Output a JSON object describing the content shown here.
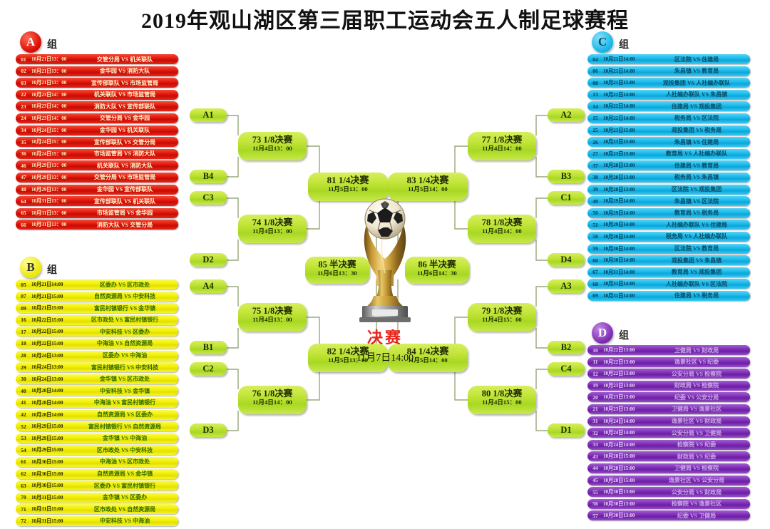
{
  "header": {
    "title": "2019年观山湖区第三届职工运动会五人制足球赛程"
  },
  "groups": [
    {
      "key": "A",
      "letter": "A",
      "label": "组",
      "color": "#e01608",
      "matches": [
        {
          "no": "01",
          "date": "10月21日13：00",
          "teams": "交管分局  VS  机关联队"
        },
        {
          "no": "02",
          "date": "10月21日13：00",
          "teams": "金华园  VS  消防大队"
        },
        {
          "no": "03",
          "date": "10月21日13：00",
          "teams": "宣传部联队  VS  市场监管局"
        },
        {
          "no": "22",
          "date": "10月23日14：00",
          "teams": "机关联队  VS  市场监管局"
        },
        {
          "no": "23",
          "date": "10月23日14：00",
          "teams": "消防大队  VS  宣传部联队"
        },
        {
          "no": "24",
          "date": "10月23日14：00",
          "teams": "交管分局  VS  金华园"
        },
        {
          "no": "34",
          "date": "10月24日15：00",
          "teams": "金华园  VS  机关联队"
        },
        {
          "no": "35",
          "date": "10月24日15：00",
          "teams": "宣传部联队  VS  交管分局"
        },
        {
          "no": "36",
          "date": "10月24日15：00",
          "teams": "市场监管局  VS  消防大队"
        },
        {
          "no": "46",
          "date": "10月29日13：00",
          "teams": "机关联队  VS  消防大队"
        },
        {
          "no": "47",
          "date": "10月29日13：00",
          "teams": "交管分局  VS  市场监管局"
        },
        {
          "no": "48",
          "date": "10月29日13：00",
          "teams": "金华园  VS  宣传部联队"
        },
        {
          "no": "64",
          "date": "10月31日13：00",
          "teams": "宣传部联队  VS  机关联队"
        },
        {
          "no": "65",
          "date": "10月31日13：00",
          "teams": "市场监管局  VS  金华园"
        },
        {
          "no": "66",
          "date": "10月31日13：00",
          "teams": "消防大队  VS  交管分局"
        }
      ]
    },
    {
      "key": "B",
      "letter": "B",
      "label": "组",
      "color": "#f2ef00",
      "matches": [
        {
          "no": "05",
          "date": "10月21日14:00",
          "teams": "区委办 VS 区市政处"
        },
        {
          "no": "07",
          "date": "10月21日15:00",
          "teams": "自然资源局 VS 中安科技"
        },
        {
          "no": "09",
          "date": "10月21日15:00",
          "teams": "富民村镇银行 VS 金华镇"
        },
        {
          "no": "16",
          "date": "10月22日15:00",
          "teams": "区市政处 VS 富民村镇银行"
        },
        {
          "no": "17",
          "date": "10月22日15:00",
          "teams": "中安科技 VS 区委办"
        },
        {
          "no": "18",
          "date": "10月22日15:00",
          "teams": "中海油 VS 自然资源局"
        },
        {
          "no": "28",
          "date": "10月24日13:00",
          "teams": "区委办 VS 中海油"
        },
        {
          "no": "29",
          "date": "10月24日13:00",
          "teams": "富民村镇银行 VS 中安科技"
        },
        {
          "no": "30",
          "date": "10月24日13:00",
          "teams": "金华镇 VS 区市政处"
        },
        {
          "no": "40",
          "date": "10月28日14:00",
          "teams": "中安科技 VS 金华镇"
        },
        {
          "no": "41",
          "date": "10月28日14:00",
          "teams": "中海油 VS 富民村镇银行"
        },
        {
          "no": "42",
          "date": "10月28日14:00",
          "teams": "自然资源局 VS 区委办"
        },
        {
          "no": "52",
          "date": "10月29日15:00",
          "teams": "富民村镇银行 VS 自然资源局"
        },
        {
          "no": "53",
          "date": "10月29日15:00",
          "teams": "金华镇 VS 中海油"
        },
        {
          "no": "54",
          "date": "10月29日15:00",
          "teams": "区市政处 VS 中安科技"
        },
        {
          "no": "61",
          "date": "10月30日15:00",
          "teams": "中海油 VS 区市政处"
        },
        {
          "no": "62",
          "date": "10月30日15:00",
          "teams": "自然资源局 VS 金华镇"
        },
        {
          "no": "63",
          "date": "10月30日15:00",
          "teams": "区委办 VS 富民村镇银行"
        },
        {
          "no": "70",
          "date": "10月31日15:00",
          "teams": "金华镇 VS 区委办"
        },
        {
          "no": "71",
          "date": "10月31日15:00",
          "teams": "区市政处 VS 自然资源局"
        },
        {
          "no": "72",
          "date": "10月31日15:00",
          "teams": "中安科技 VS 中海油"
        }
      ]
    },
    {
      "key": "C",
      "letter": "C",
      "label": "组",
      "color": "#17b8ea",
      "matches": [
        {
          "no": "04",
          "date": "10月21日14:00",
          "teams": "区法院 VS 住建局"
        },
        {
          "no": "06",
          "date": "10月21日14:00",
          "teams": "朱昌镇 VS 教育局"
        },
        {
          "no": "08",
          "date": "10月21日15:00",
          "teams": "观投集团 VS 人社编办联队"
        },
        {
          "no": "13",
          "date": "10月22日14:00",
          "teams": "人社编办联队 VS 朱昌镇"
        },
        {
          "no": "14",
          "date": "10月22日14:00",
          "teams": "住建局 VS 观投集团"
        },
        {
          "no": "15",
          "date": "10月22日14:00",
          "teams": "税务局 VS 区法院"
        },
        {
          "no": "25",
          "date": "10月23日15:00",
          "teams": "观投集团 VS 税务局"
        },
        {
          "no": "26",
          "date": "10月23日15:00",
          "teams": "朱昌镇 VS 住建局"
        },
        {
          "no": "27",
          "date": "10月23日15:00",
          "teams": "教育局 VS 人社编办联队"
        },
        {
          "no": "37",
          "date": "10月28日13:00",
          "teams": "住建局 VS 教育局"
        },
        {
          "no": "38",
          "date": "10月28日13:00",
          "teams": "税务局 VS 朱昌镇"
        },
        {
          "no": "39",
          "date": "10月28日13:00",
          "teams": "区法院 VS 观投集团"
        },
        {
          "no": "49",
          "date": "10月29日14:00",
          "teams": "朱昌镇 VS 区法院"
        },
        {
          "no": "50",
          "date": "10月29日14:00",
          "teams": "教育局 VS 税务局"
        },
        {
          "no": "51",
          "date": "10月29日14:00",
          "teams": "人社编办联队 VS 住建局"
        },
        {
          "no": "58",
          "date": "10月30日14:00",
          "teams": "税务局 VS 人社编办联队"
        },
        {
          "no": "59",
          "date": "10月30日14:00",
          "teams": "区法院 VS 教育局"
        },
        {
          "no": "60",
          "date": "10月30日14:00",
          "teams": "观投集团 VS 朱昌镇"
        },
        {
          "no": "67",
          "date": "10月31日14:00",
          "teams": "教育局 VS 观投集团"
        },
        {
          "no": "68",
          "date": "10月31日14:00",
          "teams": "人社编办联队 VS 区法院"
        },
        {
          "no": "69",
          "date": "10月31日14:00",
          "teams": "住建局 VS 税务局"
        }
      ]
    },
    {
      "key": "D",
      "letter": "D",
      "label": "组",
      "color": "#7d2ab5",
      "matches": [
        {
          "no": "10",
          "date": "10月22日13:00",
          "teams": "卫健局 VS 财政局"
        },
        {
          "no": "11",
          "date": "10月22日13:00",
          "teams": "逸景社区 VS 纪委"
        },
        {
          "no": "12",
          "date": "10月22日13:00",
          "teams": "公安分局 VS 检察院"
        },
        {
          "no": "19",
          "date": "10月23日13:00",
          "teams": "财政局 VS 检察院"
        },
        {
          "no": "20",
          "date": "10月23日13:00",
          "teams": "纪委 VS 公安分局"
        },
        {
          "no": "21",
          "date": "10月23日13:00",
          "teams": "卫健局 VS 逸景社区"
        },
        {
          "no": "31",
          "date": "10月24日14:00",
          "teams": "逸景社区 VS 财政局"
        },
        {
          "no": "32",
          "date": "10月24日14:00",
          "teams": "公安分局 VS 卫健局"
        },
        {
          "no": "33",
          "date": "10月24日14:00",
          "teams": "检察院 VS 纪委"
        },
        {
          "no": "43",
          "date": "10月28日15:00",
          "teams": "财政局 VS 纪委"
        },
        {
          "no": "44",
          "date": "10月28日15:00",
          "teams": "卫健局 VS 检察院"
        },
        {
          "no": "45",
          "date": "10月28日15:00",
          "teams": "逸景社区 VS 公安分局"
        },
        {
          "no": "55",
          "date": "10月30日13:00",
          "teams": "公安分局 VS 财政局"
        },
        {
          "no": "56",
          "date": "10月30日13:00",
          "teams": "检察院 VS 逸景社区"
        },
        {
          "no": "57",
          "date": "10月30日13:00",
          "teams": "纪委 VS 卫健局"
        }
      ]
    }
  ],
  "bracket": {
    "seeds": {
      "a1": "A1",
      "b4": "B4",
      "c3": "C3",
      "d2": "D2",
      "a4": "A4",
      "b1": "B1",
      "c2": "C2",
      "d3": "D3",
      "a2": "A2",
      "b3": "B3",
      "c1": "C1",
      "d4": "D4",
      "a3": "A3",
      "b2": "B2",
      "c4": "C4",
      "d1": "D1"
    },
    "r16": [
      {
        "id": "m73",
        "title": "73  1/8决赛",
        "time": "11月4日13：00"
      },
      {
        "id": "m74",
        "title": "74  1/8决赛",
        "time": "11月4日13：00"
      },
      {
        "id": "m75",
        "title": "75  1/8决赛",
        "time": "11月4日13：00"
      },
      {
        "id": "m76",
        "title": "76  1/8决赛",
        "time": "11月4日14：00"
      },
      {
        "id": "m77",
        "title": "77  1/8决赛",
        "time": "11月4日14：00"
      },
      {
        "id": "m78",
        "title": "78  1/8决赛",
        "time": "11月4日14：00"
      },
      {
        "id": "m79",
        "title": "79  1/8决赛",
        "time": "11月4日15：00"
      },
      {
        "id": "m80",
        "title": "80  1/8决赛",
        "time": "11月4日15：00"
      }
    ],
    "quarters": [
      {
        "id": "m81",
        "title": "81  1/4决赛",
        "time": "11月5日13：00"
      },
      {
        "id": "m82",
        "title": "82  1/4决赛",
        "time": "11月5日13：00"
      },
      {
        "id": "m83",
        "title": "83  1/4决赛",
        "time": "11月5日14：00"
      },
      {
        "id": "m84",
        "title": "84  1/4决赛",
        "time": "11月5日14：00"
      }
    ],
    "semis": [
      {
        "id": "m85",
        "title": "85  半决赛",
        "time": "11月6日13：30"
      },
      {
        "id": "m86",
        "title": "86  半决赛",
        "time": "11月6日14：30"
      }
    ],
    "final": {
      "label": "决赛",
      "time": "11月7日14:00",
      "trophy_icon": "trophy-icon"
    }
  }
}
